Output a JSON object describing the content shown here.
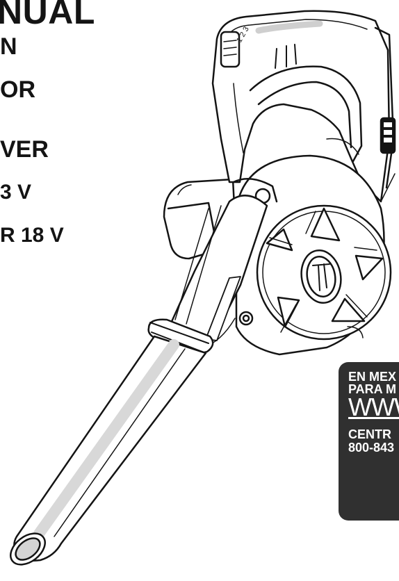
{
  "cover_title": {
    "lines": [
      "NUAL",
      "N",
      "OR",
      "VER",
      "3 V",
      "R 18 V"
    ]
  },
  "info_badge": {
    "line1": "EN MEX",
    "line2": "PARA M",
    "line3": "WWW",
    "line4": "CENTR",
    "line5": "800-843"
  },
  "dial_markings": "1 2 3",
  "colors": {
    "ink": "#141414",
    "badge_background": "#303030",
    "badge_text": "#ffffff",
    "tool_shading": "#e9e9e9"
  },
  "illustration": {
    "subject": "cordless-leaf-blower",
    "icons": [
      "speed-dial-icon",
      "battery-gauge-icon",
      "fan-logo-icon"
    ]
  }
}
